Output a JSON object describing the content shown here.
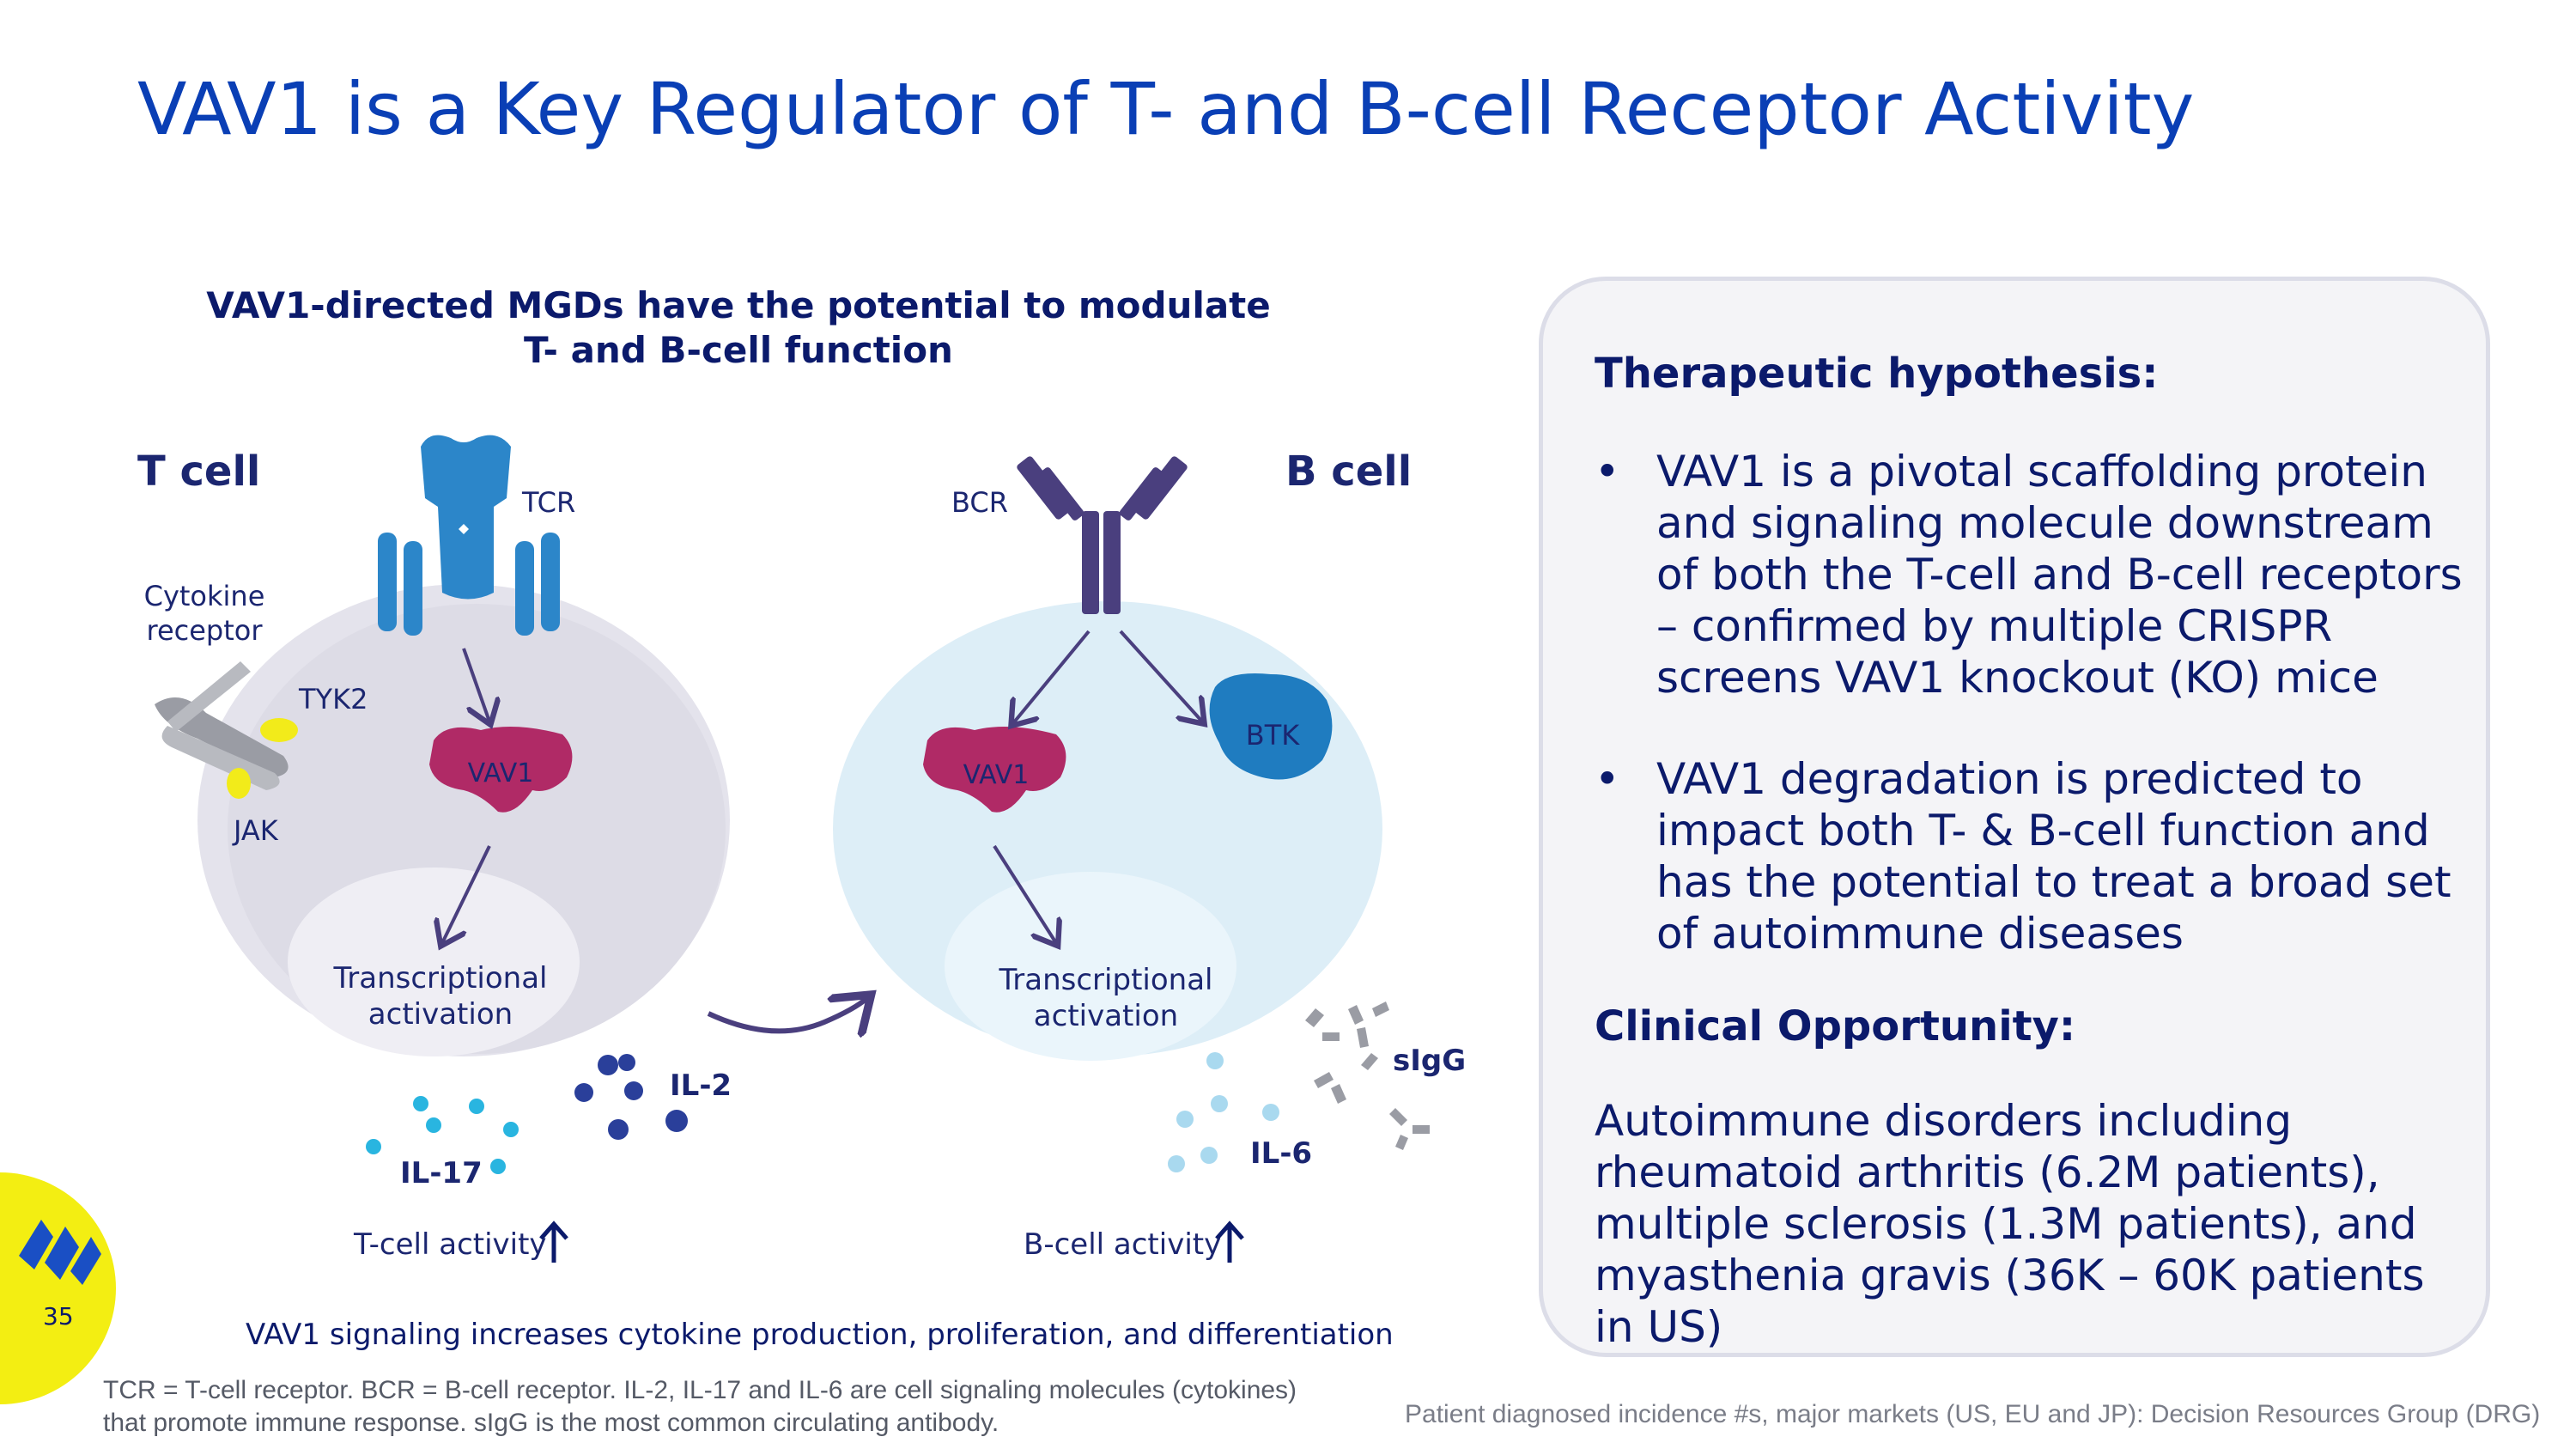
{
  "title": "VAV1 is a Key Regulator of T- and B-cell Receptor Activity",
  "subtitle_line1": "VAV1-directed MGDs have the potential to modulate",
  "subtitle_line2": "T- and B-cell function",
  "diagram": {
    "t_cell_label": "T cell",
    "b_cell_label": "B cell",
    "tcr": "TCR",
    "bcr": "BCR",
    "cytokine_receptor_line1": "Cytokine",
    "cytokine_receptor_line2": "receptor",
    "tyk2": "TYK2",
    "jak": "JAK",
    "vav1_t": "VAV1",
    "vav1_b": "VAV1",
    "btk": "BTK",
    "transcriptional_t_line1": "Transcriptional",
    "transcriptional_t_line2": "activation",
    "transcriptional_b_line1": "Transcriptional",
    "transcriptional_b_line2": "activation",
    "il2": "IL-2",
    "il17": "IL-17",
    "il6": "IL-6",
    "sigg": "sIgG",
    "t_activity": "T-cell activity",
    "b_activity": "B-cell activity",
    "caption": "VAV1 signaling increases cytokine production, proliferation, and differentiation"
  },
  "panel": {
    "heading1": "Therapeutic hypothesis:",
    "bullet1": "VAV1 is a pivotal scaffolding protein and signaling molecule downstream of both the T-cell and B-cell receptors – confirmed by multiple CRISPR screens VAV1 knockout (KO) mice",
    "bullet2": "VAV1 degradation is predicted to impact both T- & B-cell function and has the potential to treat a broad set of autoimmune diseases",
    "bullet_char": "•",
    "heading2": "Clinical Opportunity:",
    "clinical_text": "Autoimmune disorders including rheumatoid arthritis (6.2M patients), multiple sclerosis (1.3M patients), and myasthenia gravis (36K – 60K patients in US)"
  },
  "footnote_left": "TCR = T-cell receptor. BCR = B-cell receptor. IL-2, IL-17 and IL-6 are cell signaling molecules (cytokines) that promote immune response. sIgG is the most common circulating antibody.",
  "footnote_right": "Patient diagnosed incidence #s, major markets (US, EU and JP): Decision Resources Group (DRG)",
  "page_number": "35",
  "colors": {
    "title": "#0a3fb5",
    "text": "#0b1a6b",
    "t_cell": "#e4e3ec",
    "b_cell": "#ddeef7",
    "vav1": "#b02a66",
    "tcr": "#2c86c9",
    "bcr": "#4a3f7e",
    "btk": "#1f7cc0",
    "logo_bg": "#f3ee12",
    "logo": "#1a4fc4"
  }
}
